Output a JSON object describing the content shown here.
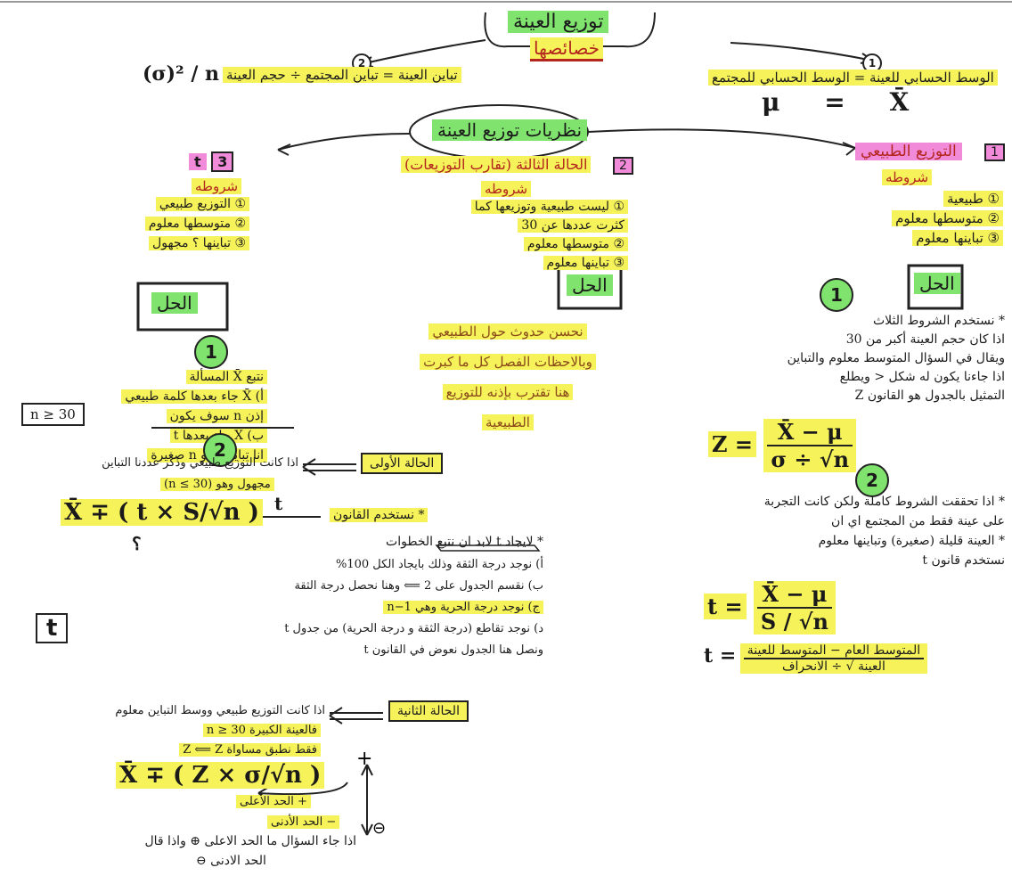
{
  "title": {
    "line1": "توزيع العينة",
    "line2": "خصائصها"
  },
  "top_right": {
    "num": "1",
    "text": "الوسط الحسابي للعينة = الوسط الحسابي للمجتمع",
    "formula": "μ = X̄"
  },
  "top_left": {
    "num": "2",
    "text": "تباين العينة = تباين المجتمع ÷ حجم العينة",
    "formula": "(σ)² / n"
  },
  "center_cloud": "نظريات توزيع العينة",
  "col_right": {
    "num": "1",
    "heading": "التوزيع الطبيعي",
    "cond_label": "شروطه",
    "conds": [
      "① طبيعية",
      "② متوسطها معلوم",
      "③ تباينها معلوم"
    ],
    "sol_label": "الحل",
    "step1": "1",
    "step1_lines": [
      "* نستخدم الشروط الثلاث",
      "اذا كان حجم العينة أكبر من 30",
      "ويقال في السؤال المتوسط معلوم والتباين",
      "اذا جاءنا يكون له شكل < ويطلع",
      "التمثيل بالجدول هو القانون Z"
    ],
    "z_formula": {
      "lhs": "Z =",
      "num": "X̄ − μ",
      "den": "σ ÷ √n"
    },
    "step2": "2",
    "step2_lines": [
      "* اذا تحققت الشروط كاملة ولكن كانت التجربة",
      "على عينة فقط من المجتمع اي ان",
      "* العينة قليلة (صغيرة) وتباينها معلوم",
      "نستخدم قانون t"
    ],
    "t_formula": {
      "lhs": "t =",
      "num": "X̄ − μ",
      "den": "S / √n"
    },
    "t_words": {
      "lhs": "t =",
      "num": "المتوسط العام − المتوسط للعينة",
      "den": "العينة √ ÷ الانحراف"
    }
  },
  "col_mid": {
    "num": "2",
    "heading": "الحالة الثالثة (تقارب التوزيعات)",
    "cond_label": "شروطه",
    "conds": [
      "① ليست طبيعية وتوزيعها كما",
      "كثرت عددها عن 30",
      "② متوسطها معلوم",
      "③ تباينها معلوم"
    ],
    "sol_label": "الحل",
    "lines": [
      "نحسن حدوث حول الطبيعي",
      "وبالاحظات الفصل كل ما كبرت",
      "هنا تقترب بإذنه للتوزيع",
      "الطبيعية"
    ]
  },
  "col_left": {
    "num": "3",
    "letter": "t",
    "cond_label": "شروطه",
    "conds": [
      "① التوزيع طبيعي",
      "② متوسطها معلوم",
      "③ تباينها ؟ مجهول"
    ],
    "sol_label": "الحل",
    "step1": "1",
    "step1_lines": [
      "نتبع X̄ المسألة",
      "أ) X̄ جاء بعدها كلمة طبيعي",
      "إذن n سوف يكون",
      "ب) X̄ جاء بعدها t",
      "انا تباينها ؟ و n صغيرة"
    ],
    "n_box": "n ≥ 30",
    "step2": "2",
    "case1_label": "الحالة الأولى",
    "case1_text": "اذا كانت التوزيع طبيعي وذكر عددنا التباين",
    "case1_sub": "مجهول وهو (n ≤ 30)",
    "ci_t": {
      "formula": "X̄ ∓ ( t × S/√n )",
      "arrow": "t",
      "note": "* نستخدم القانون"
    },
    "ci_t_q": "؟",
    "find_t": "* لايجاد t لابد ان نتبع الخطوات",
    "steps": [
      "أ) نوجد درجة الثقة وذلك بايجاد الكل 100%",
      "ب) نقسم الجدول على 2 ⟸ وهنا نحصل درجة الثقة",
      "ج) نوجد درجة الحرية وهي n−1",
      "د) نوجد تقاطع (درجة الثقة و درجة الحرية) من جدول t",
      "ونصل هنا الجدول نعوض في القانون t"
    ],
    "case2_label": "الحالة الثانية",
    "case2_text": "اذا كانت التوزيع طبيعي ووسط التباين معلوم",
    "case2_sub": "فالعينة الكبيرة n ≥ 30",
    "case2_line3": "فقط نطبق مساواة Z ⟸ Z",
    "ci_z": "X̄ ∓ ( Z × σ/√n )",
    "plus_label": "+ الحد الأعلى",
    "minus_label": "− الحد الأدنى",
    "bottom1": "اذا جاء السؤال ما الحد الاعلى ⊕ واذا قال",
    "bottom2": "الحد الادنى ⊖"
  }
}
